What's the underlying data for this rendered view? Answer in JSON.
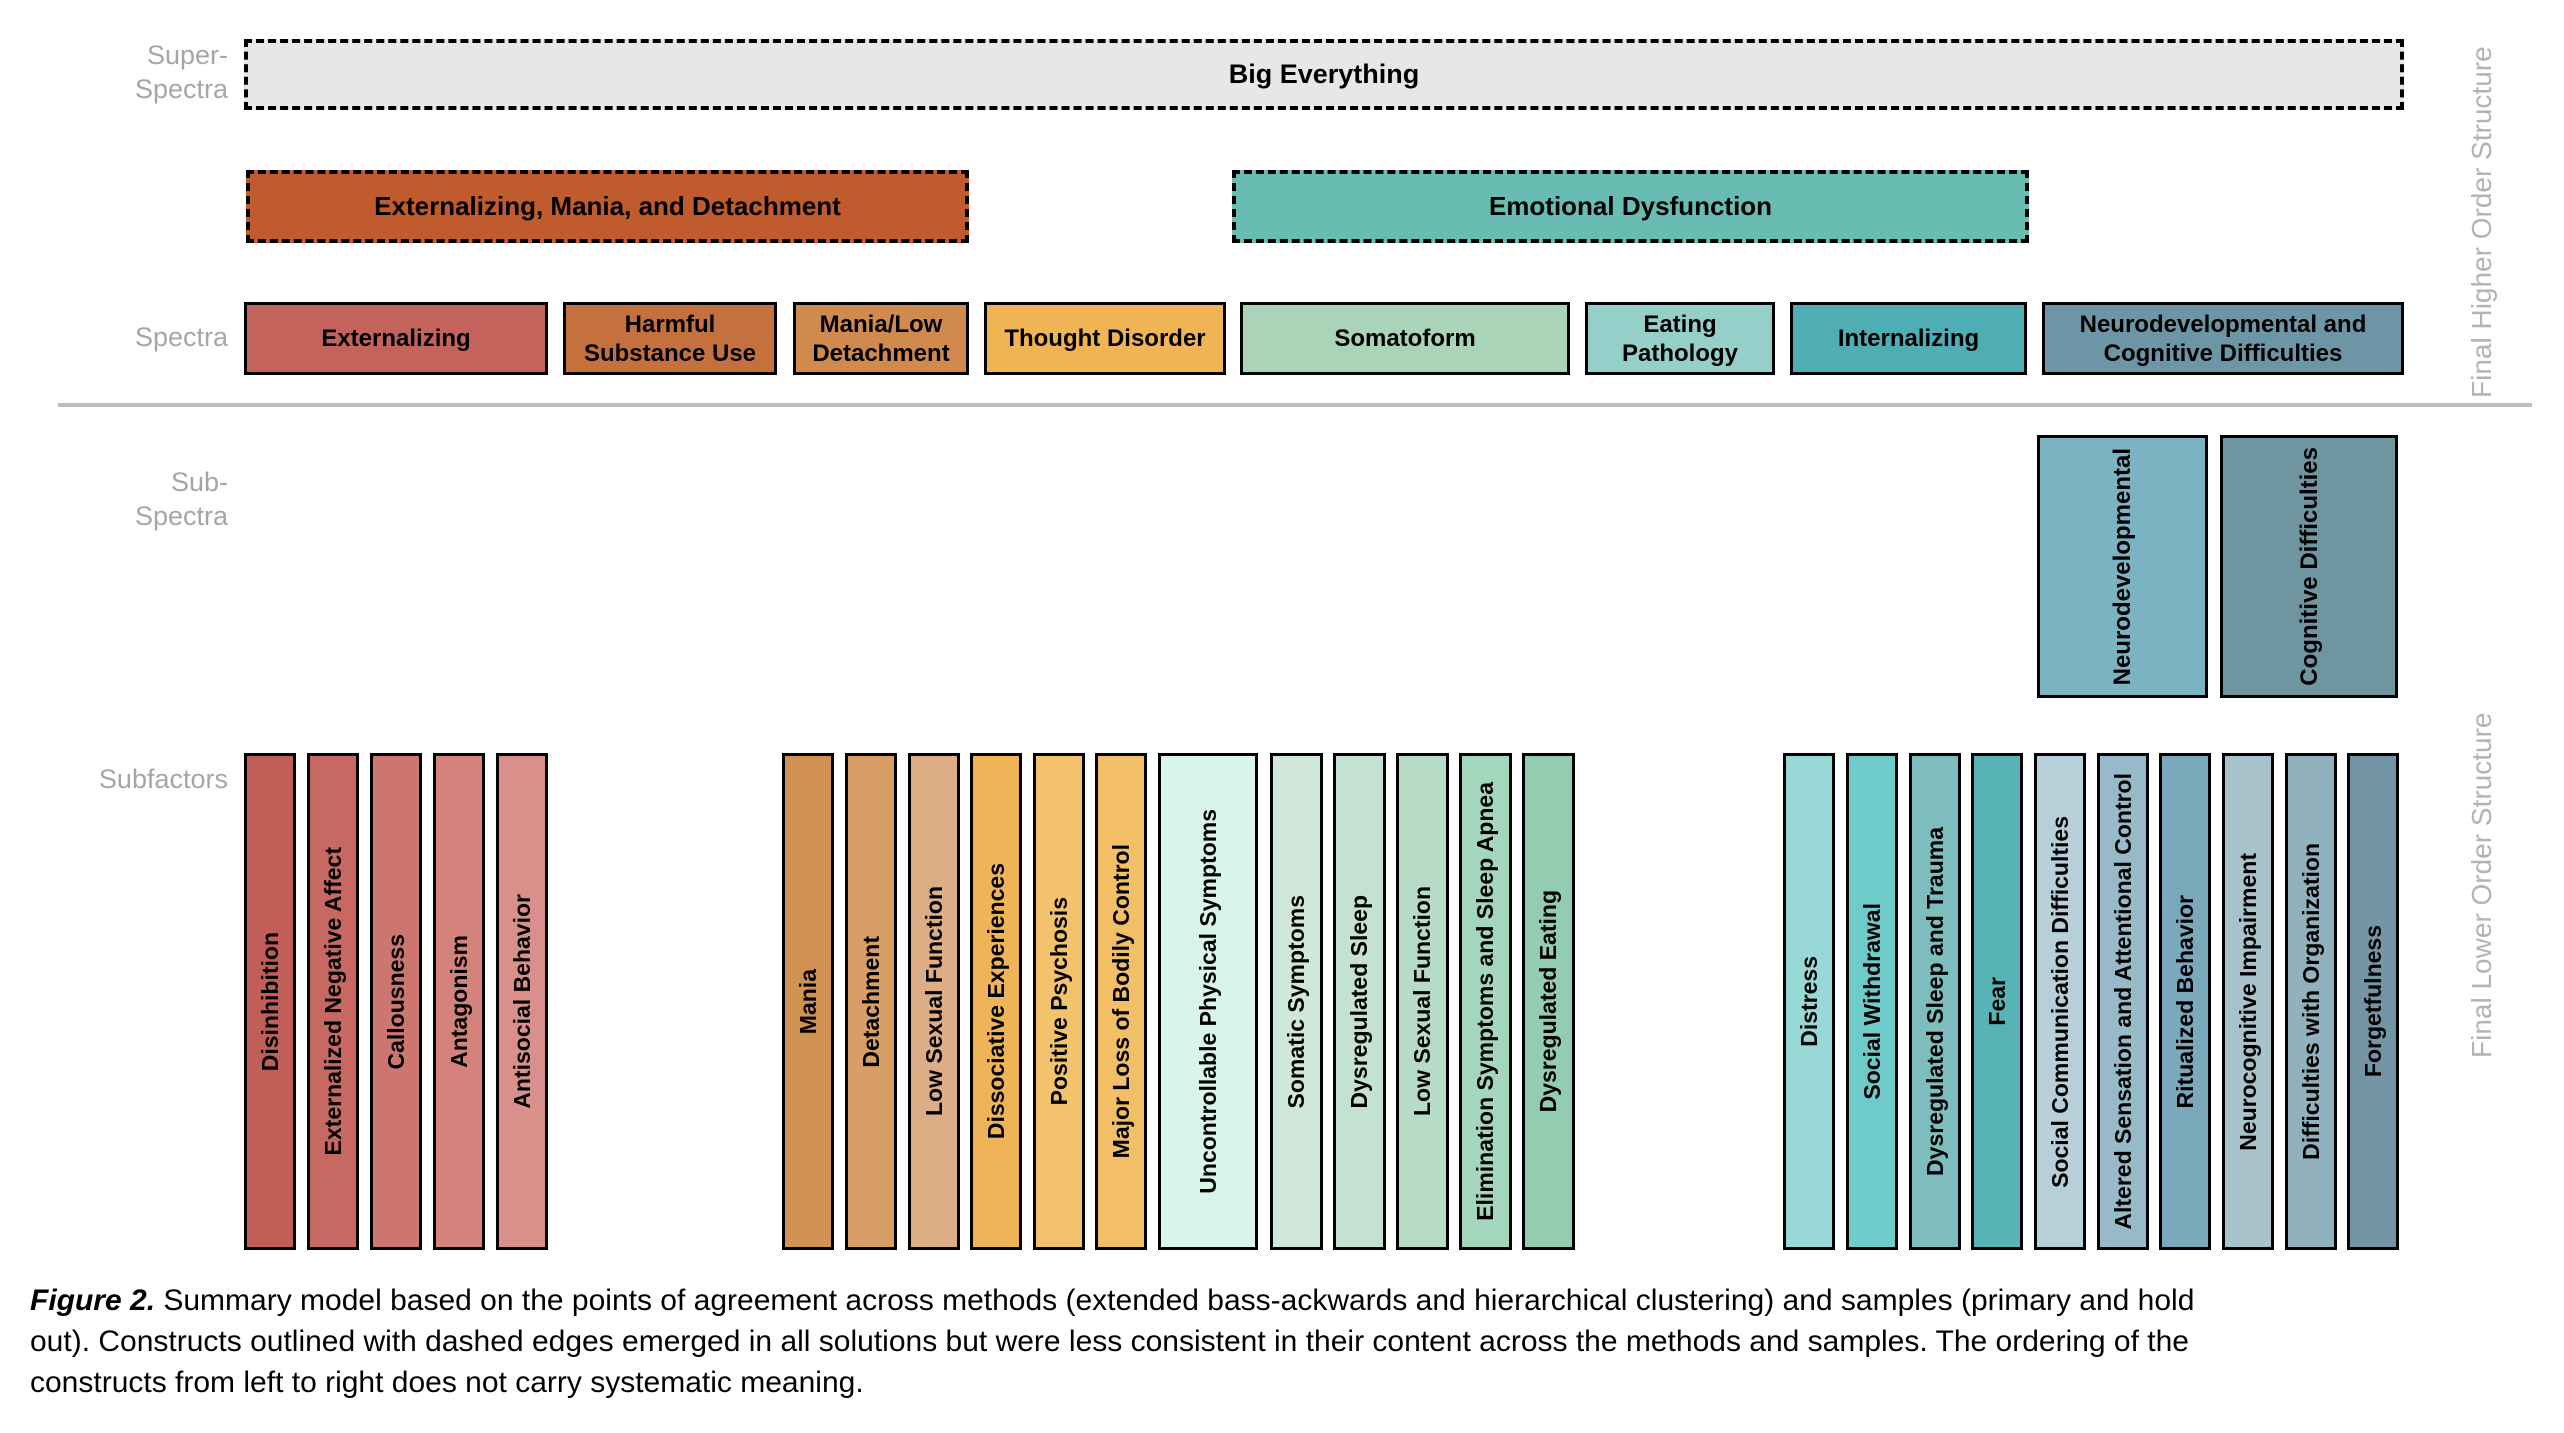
{
  "side_labels": {
    "super_spectra": [
      "Super-",
      "Spectra"
    ],
    "spectra": "Spectra",
    "sub_spectra": [
      "Sub-",
      "Spectra"
    ],
    "subfactors": "Subfactors",
    "final_higher_order": "Final Higher Order Structure",
    "final_lower_order": "Final Lower Order Structure"
  },
  "super_spectra": {
    "label": "Big Everything",
    "color": "#e7e7e7"
  },
  "higher_spectra": [
    {
      "label": "Externalizing, Mania, and Detachment",
      "color": "#c05b2e"
    },
    {
      "label": "Emotional Dysfunction",
      "color": "#69bcb2"
    }
  ],
  "spectra": [
    {
      "label": "Externalizing",
      "color": "#c4635c"
    },
    {
      "label": "Harmful Substance Use",
      "color": "#c5713e"
    },
    {
      "label": "Mania/Low Detachment",
      "color": "#d08a4d"
    },
    {
      "label": "Thought Disorder",
      "color": "#f1b455"
    },
    {
      "label": "Somatoform",
      "color": "#a9d4b8"
    },
    {
      "label": "Eating Pathology",
      "color": "#94cfca"
    },
    {
      "label": "Internalizing",
      "color": "#4fadb4"
    },
    {
      "label": "Neurodevelopmental and Cognitive Difficulties",
      "color": "#6c96a5"
    }
  ],
  "sub_spectra": [
    {
      "label": "Neurodevelopmental",
      "color": "#7cb3c3"
    },
    {
      "label": "Cognitive Difficulties",
      "color": "#6f96a0"
    }
  ],
  "subfactors": [
    {
      "label": "Disinhibition",
      "color": "#c25e58"
    },
    {
      "label": "Externalized Negative Affect",
      "color": "#c76962"
    },
    {
      "label": "Callousness",
      "color": "#cd766f"
    },
    {
      "label": "Antagonism",
      "color": "#d3837b"
    },
    {
      "label": "Antisocial Behavior",
      "color": "#d9908a"
    },
    {
      "label": "Mania",
      "color": "#d19150"
    },
    {
      "label": "Detachment",
      "color": "#d89e66"
    },
    {
      "label": "Low Sexual Function",
      "color": "#ddad85"
    },
    {
      "label": "Dissociative Experiences",
      "color": "#eeb457"
    },
    {
      "label": "Positive Psychosis",
      "color": "#f3c26d"
    },
    {
      "label": "Major Loss of Bodily Control",
      "color": "#f2bf66"
    },
    {
      "label": "Uncontrollable Physical Symptoms",
      "color": "#d9f4ea"
    },
    {
      "label": "Somatic Symptoms",
      "color": "#cfe8da"
    },
    {
      "label": "Dysregulated Sleep",
      "color": "#c3e2d1"
    },
    {
      "label": "Low Sexual Function",
      "color": "#b6dcc7"
    },
    {
      "label": "Elimination Symptoms and Sleep Apnea",
      "color": "#a4d5bd"
    },
    {
      "label": "Dysregulated Eating",
      "color": "#93ccb1"
    },
    {
      "label": "Distress",
      "color": "#98d9d8"
    },
    {
      "label": "Social Withdrawal",
      "color": "#6fcbca"
    },
    {
      "label": "Dysregulated Sleep and Trauma",
      "color": "#7dbdbd"
    },
    {
      "label": "Fear",
      "color": "#57b3b6"
    },
    {
      "label": "Social Communication Difficulties",
      "color": "#b6cfd9"
    },
    {
      "label": "Altered Sensation and Attentional Control",
      "color": "#96bac7"
    },
    {
      "label": "Ritualized Behavior",
      "color": "#7ba9bc"
    },
    {
      "label": "Neurocognitive Impairment",
      "color": "#a9c3cc"
    },
    {
      "label": "Difficulties with Organization",
      "color": "#91b1bd"
    },
    {
      "label": "Forgetfulness",
      "color": "#7496a4"
    }
  ],
  "caption": {
    "tag": "Figure 2.",
    "lines": [
      " Summary model based on the points of agreement across methods (extended bass-ackwards and hierarchical clustering) and samples (primary and hold",
      "out). Constructs outlined with dashed edges emerged in all solutions but were less consistent in their content across the methods and samples. The ordering of the",
      "constructs from left to right does not carry systematic meaning."
    ]
  }
}
